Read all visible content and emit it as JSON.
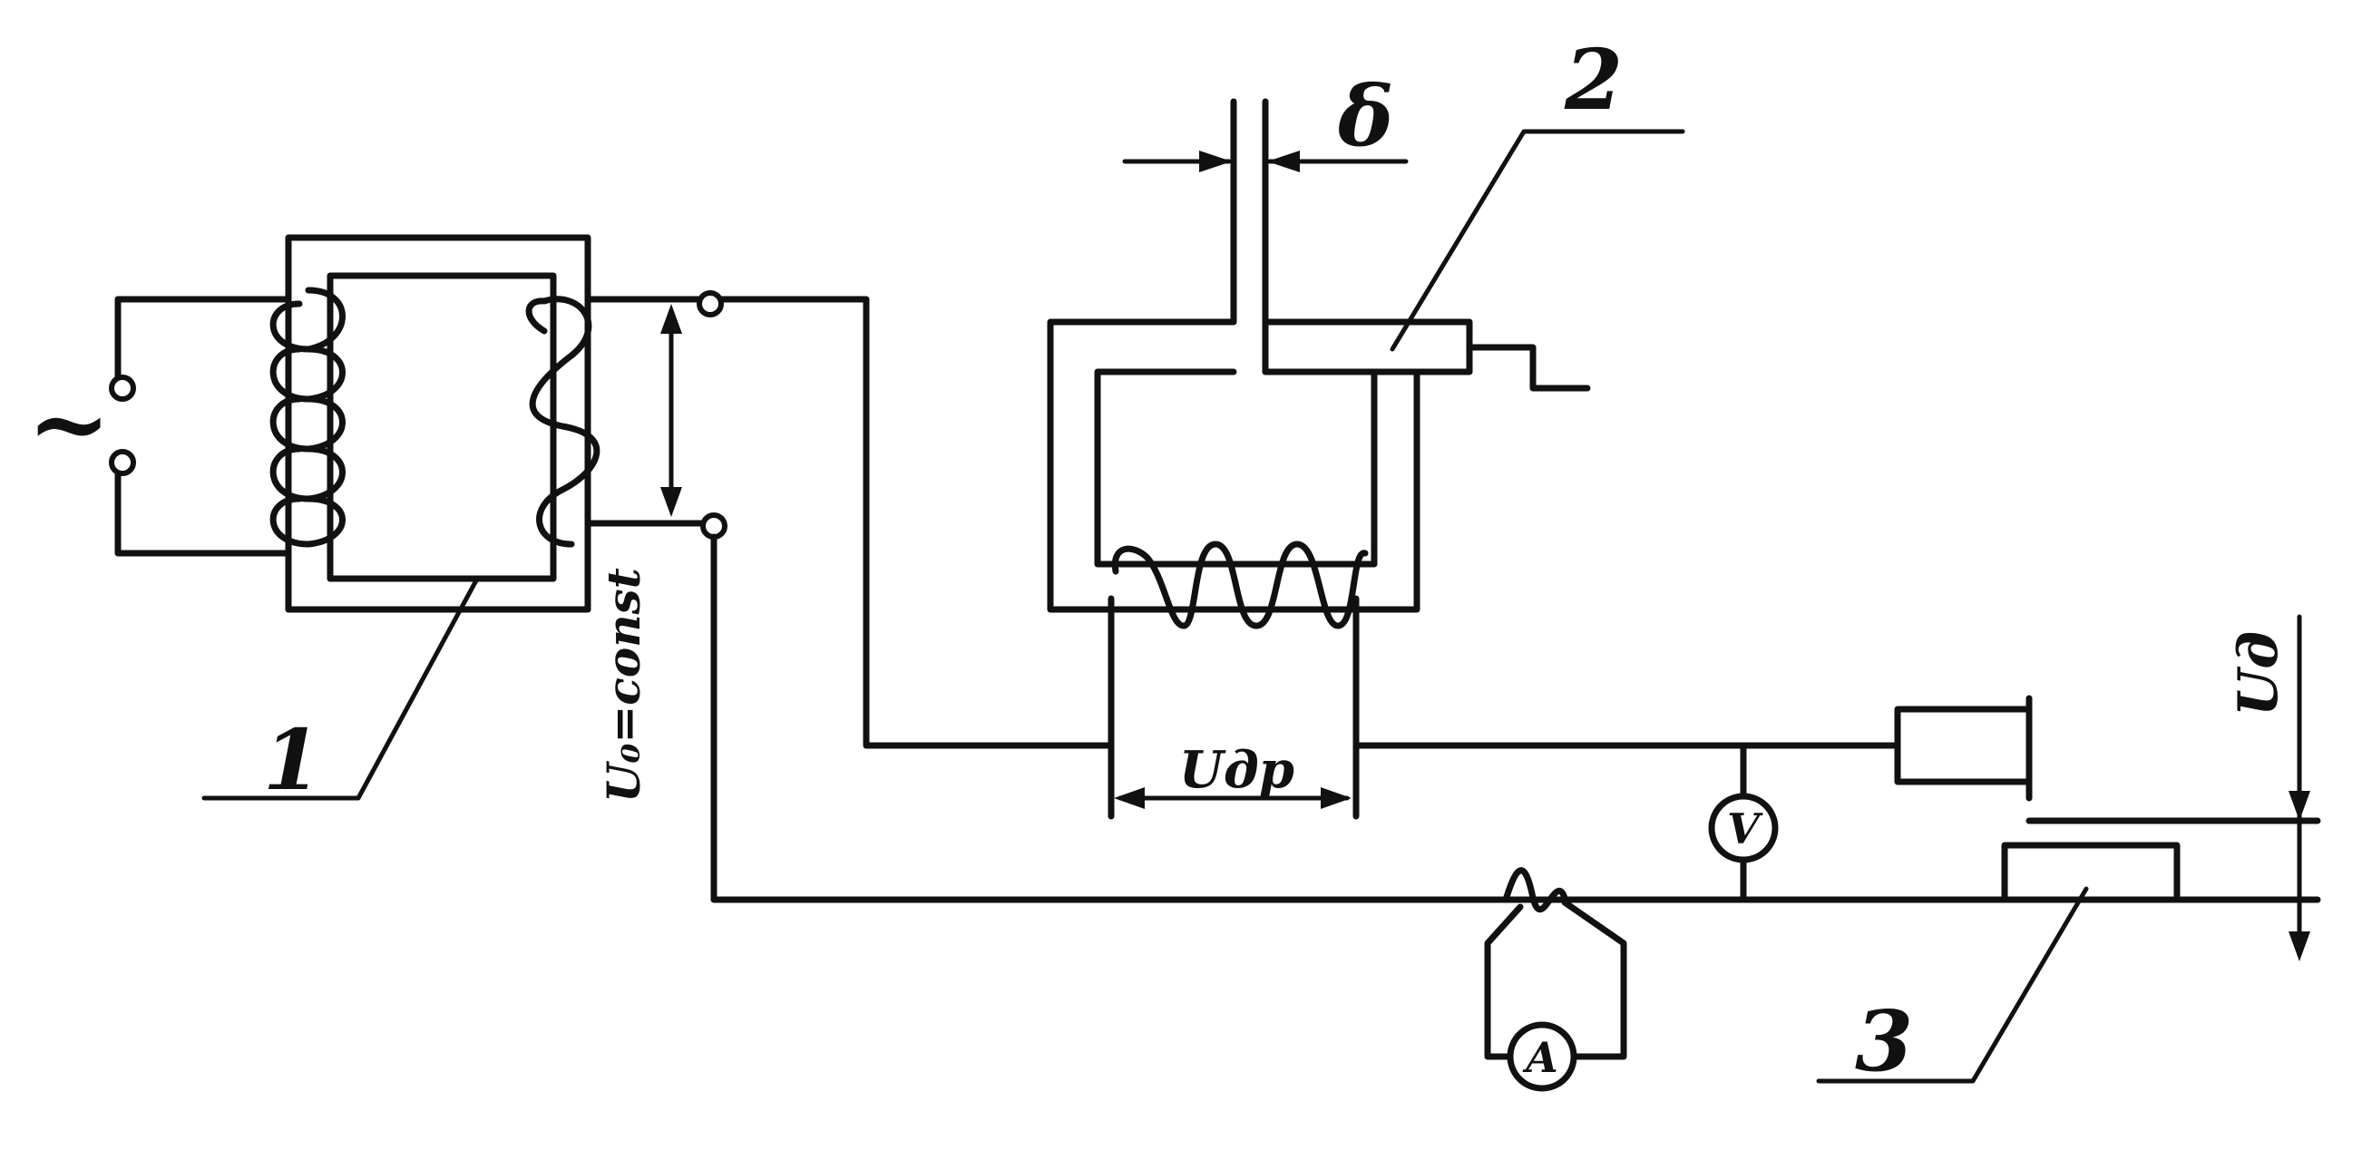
{
  "labels": {
    "gap": "δ",
    "callout_2": "2",
    "callout_1": "1",
    "callout_3": "3",
    "ac_source": "~",
    "supply_voltage": "U₀=const",
    "choke_voltage": "Uдр",
    "arc_voltage": "Uд"
  },
  "meters": {
    "voltmeter": "V",
    "ammeter": "A"
  },
  "colors": {
    "ink": "#111111",
    "paper": "#ffffff"
  }
}
